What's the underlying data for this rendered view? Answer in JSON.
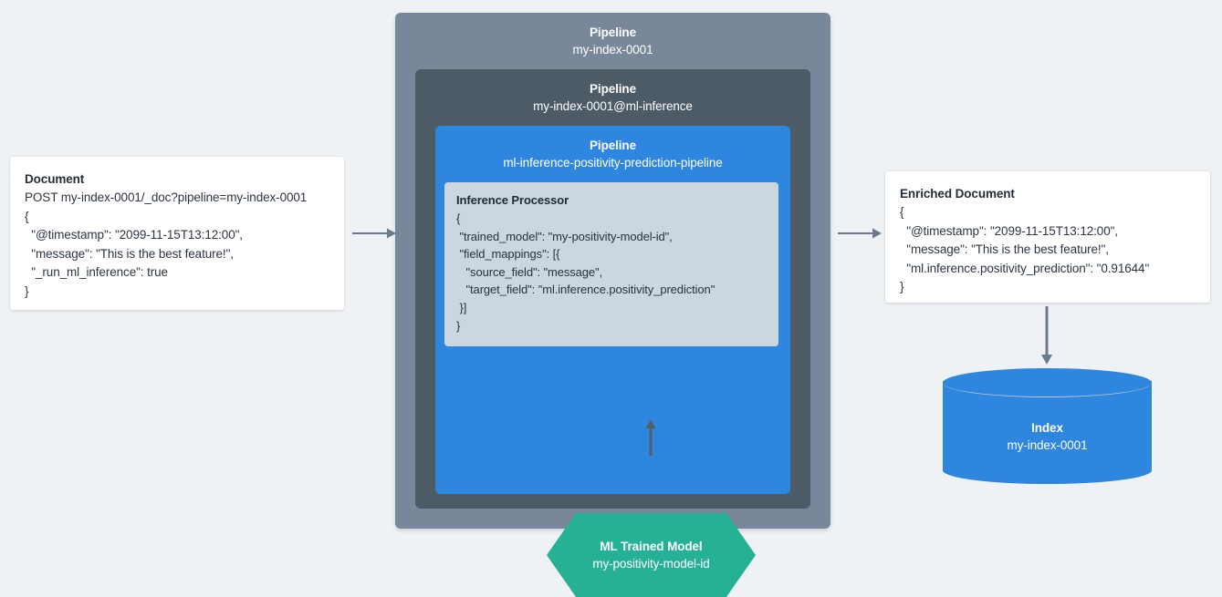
{
  "theme": {
    "page_background": "#eff2f5",
    "outer_pipeline_color": "#78889a",
    "mid_pipeline_color": "#4c5b66",
    "inner_pipeline_color": "#2e86de",
    "processor_color": "#ccd6e0",
    "model_color": "#26b197",
    "index_color": "#2e86de",
    "arrow_color": "#6b7a8d",
    "card_color": "#ffffff",
    "text_color": "#2b3544"
  },
  "document": {
    "title": "Document",
    "lines": [
      "POST my-index-0001/_doc?pipeline=my-index-0001",
      "{",
      "  \"@timestamp\": \"2099-11-15T13:12:00\",",
      "  \"message\": \"This is the best feature!\",",
      "  \"_run_ml_inference\": true",
      "}"
    ]
  },
  "pipelines": {
    "outer": {
      "label": "Pipeline",
      "name": "my-index-0001"
    },
    "middle": {
      "label": "Pipeline",
      "name": "my-index-0001@ml-inference"
    },
    "inner": {
      "label": "Pipeline",
      "name": "ml-inference-positivity-prediction-pipeline"
    }
  },
  "processor": {
    "title": "Inference Processor",
    "lines": [
      "{",
      " \"trained_model\": \"my-positivity-model-id\",",
      " \"field_mappings\": [{",
      "   \"source_field\": \"message\",",
      "   \"target_field\": \"ml.inference.positivity_prediction\"",
      " }]",
      "}"
    ]
  },
  "model": {
    "title": "ML Trained Model",
    "name": "my-positivity-model-id"
  },
  "enriched_document": {
    "title": "Enriched Document",
    "lines": [
      "{",
      "  \"@timestamp\": \"2099-11-15T13:12:00\",",
      "  \"message\": \"This is the best feature!\",",
      "  \"ml.inference.positivity_prediction\": \"0.91644\"",
      "}"
    ]
  },
  "index": {
    "title": "Index",
    "name": "my-index-0001"
  },
  "arrows": {
    "document_to_pipeline": "arrow-right-icon",
    "pipeline_to_enriched": "arrow-right-icon",
    "model_to_processor": "arrow-up-icon",
    "enriched_to_index": "arrow-down-icon"
  }
}
